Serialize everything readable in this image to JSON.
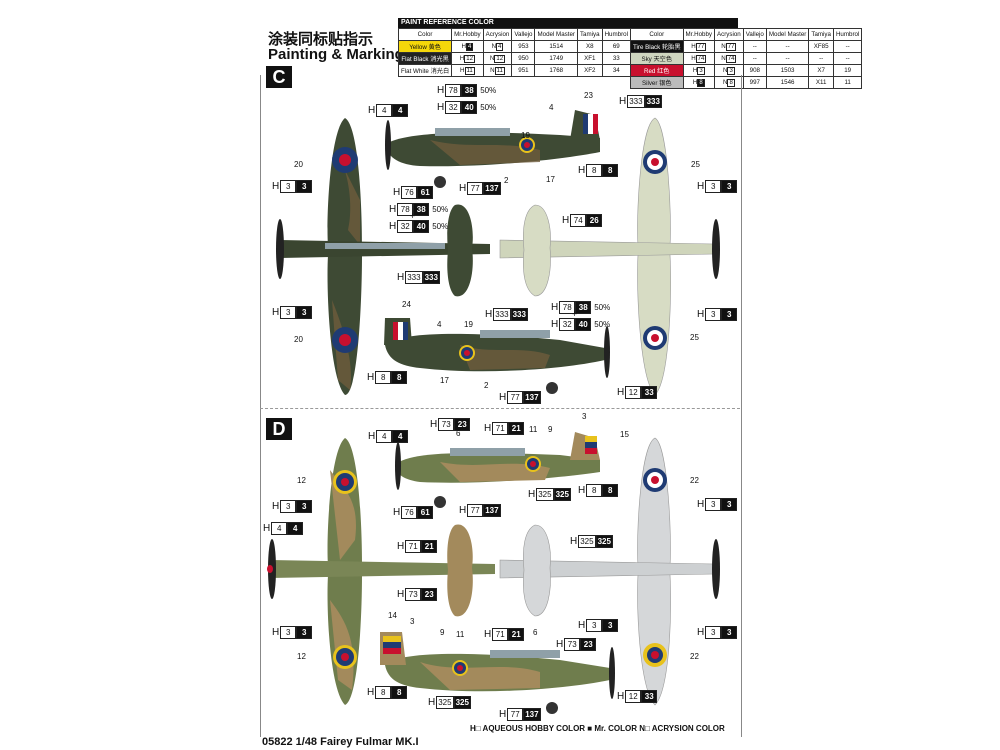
{
  "header": {
    "title_cn": "涂装同标贴指示",
    "title_en": "Painting & Marking guide"
  },
  "reference": {
    "title": "PAINT REFERENCE COLOR",
    "columns": [
      "Color",
      "Mr.Hobby",
      "Acrysion",
      "Vallejo",
      "Model Master",
      "Tamiya",
      "Humbrol"
    ],
    "left": [
      {
        "color": "Yellow 黄色",
        "mh": "4",
        "ac": "4",
        "vallejo": "953",
        "mm": "1514",
        "tamiya": "X8",
        "humbrol": "69"
      },
      {
        "color": "Flat Black 消光黑",
        "mh": "12",
        "ac": "12",
        "vallejo": "950",
        "mm": "1749",
        "tamiya": "XF1",
        "humbrol": "33"
      },
      {
        "color": "Flat White 消光白",
        "mh": "11",
        "ac": "11",
        "vallejo": "951",
        "mm": "1768",
        "tamiya": "XF2",
        "humbrol": "34"
      }
    ],
    "right": [
      {
        "color": "Tire Black 轮胎黑",
        "mh": "77",
        "ac": "77",
        "vallejo": "--",
        "mm": "--",
        "tamiya": "XF85",
        "humbrol": "--"
      },
      {
        "color": "Sky 天空色",
        "mh": "74",
        "ac": "74",
        "vallejo": "--",
        "mm": "--",
        "tamiya": "--",
        "humbrol": "--"
      },
      {
        "color": "Red 红色",
        "mh": "3",
        "ac": "3",
        "vallejo": "908",
        "mm": "1503",
        "tamiya": "X7",
        "humbrol": "19"
      },
      {
        "color": "Silver 银色",
        "mh": "8",
        "ac": "8",
        "vallejo": "997",
        "mm": "1546",
        "tamiya": "X11",
        "humbrol": "11"
      }
    ]
  },
  "sections": {
    "c": "C",
    "d": "D"
  },
  "paints": {
    "h4_4": [
      "4",
      "4"
    ],
    "h3_3": [
      "3",
      "3"
    ],
    "h76_61": [
      "76",
      "61"
    ],
    "h77_137": [
      "77",
      "137"
    ],
    "h8_8": [
      "8",
      "8"
    ],
    "h78_38": [
      "78",
      "38"
    ],
    "h32_40": [
      "32",
      "40"
    ],
    "h333_333": [
      "333",
      "333"
    ],
    "h74_26": [
      "74",
      "26"
    ],
    "h12_33": [
      "12",
      "33"
    ],
    "h73_23": [
      "73",
      "23"
    ],
    "h71_21": [
      "71",
      "21"
    ],
    "h325_325": [
      "325",
      "325"
    ],
    "pct": "50%",
    "plus": "+",
    "h": "H"
  },
  "numbers": {
    "n20": "20",
    "n19": "19",
    "n4": "4",
    "n23": "23",
    "n2": "2",
    "n17": "17",
    "n25": "25",
    "n24": "24",
    "n6": "6",
    "n11": "11",
    "n9": "9",
    "n3": "3",
    "n15": "15",
    "n12": "12",
    "n22": "22",
    "n14": "14"
  },
  "footer": {
    "code": "05822 1/48  Fairey Fulmar MK.I"
  },
  "legend": {
    "text": "H□ AQUEOUS HOBBY COLOR   ■ Mr. COLOR   N□ ACRYSION COLOR"
  },
  "colors": {
    "roundel_red": "#c8102e",
    "roundel_blue": "#1f3b73",
    "roundel_yellow": "#e8c21c",
    "dark_green": "#3e4a34",
    "dark_earth": "#6e5b3c",
    "sky": "#d7dcc4",
    "silver": "#d5d7d9",
    "black": "#1a1a1a"
  }
}
